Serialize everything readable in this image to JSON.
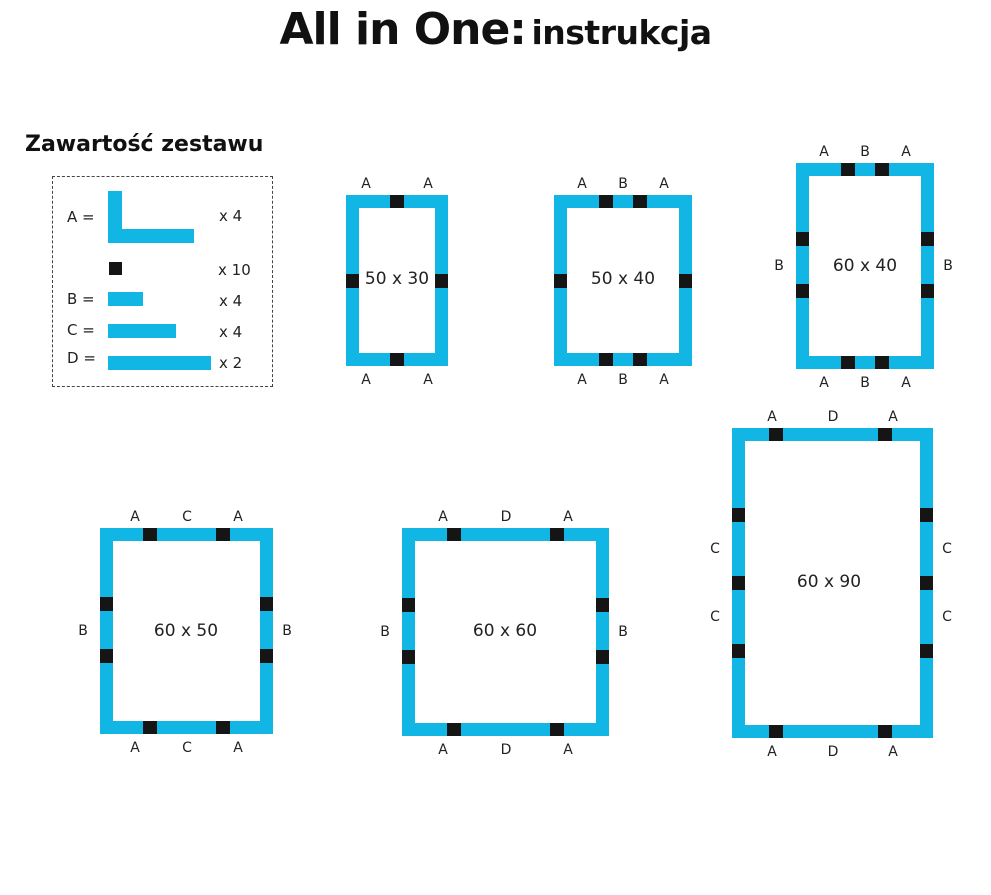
{
  "header": {
    "title_main": "All in One:",
    "title_sub": "instrukcja"
  },
  "contents": {
    "title": "Zawartość zestawu",
    "items": [
      {
        "label": "A =",
        "count": "x 4"
      },
      {
        "label": "",
        "count": "x 10"
      },
      {
        "label": "B =",
        "count": "x 4"
      },
      {
        "label": "C =",
        "count": "x 4"
      },
      {
        "label": "D =",
        "count": "x 2"
      }
    ]
  },
  "colors": {
    "frame": "#12b6e4",
    "joint": "#151515"
  },
  "frames": [
    {
      "label": "50 x 30",
      "top_letters": [
        "A",
        "A"
      ],
      "bottom_letters": [
        "A",
        "A"
      ],
      "left_letters": [],
      "right_letters": []
    },
    {
      "label": "50 x 40",
      "top_letters": [
        "A",
        "B",
        "A"
      ],
      "bottom_letters": [
        "A",
        "B",
        "A"
      ],
      "left_letters": [],
      "right_letters": []
    },
    {
      "label": "60 x 40",
      "top_letters": [
        "A",
        "B",
        "A"
      ],
      "bottom_letters": [
        "A",
        "B",
        "A"
      ],
      "left_letters": [
        "B"
      ],
      "right_letters": [
        "B"
      ]
    },
    {
      "label": "60 x 50",
      "top_letters": [
        "A",
        "C",
        "A"
      ],
      "bottom_letters": [
        "A",
        "C",
        "A"
      ],
      "left_letters": [
        "B"
      ],
      "right_letters": [
        "B"
      ]
    },
    {
      "label": "60 x 60",
      "top_letters": [
        "A",
        "D",
        "A"
      ],
      "bottom_letters": [
        "A",
        "D",
        "A"
      ],
      "left_letters": [
        "B"
      ],
      "right_letters": [
        "B"
      ]
    },
    {
      "label": "60 x 90",
      "top_letters": [
        "A",
        "D",
        "A"
      ],
      "bottom_letters": [
        "A",
        "D",
        "A"
      ],
      "left_letters": [
        "C",
        "C"
      ],
      "right_letters": [
        "C",
        "C"
      ]
    }
  ]
}
